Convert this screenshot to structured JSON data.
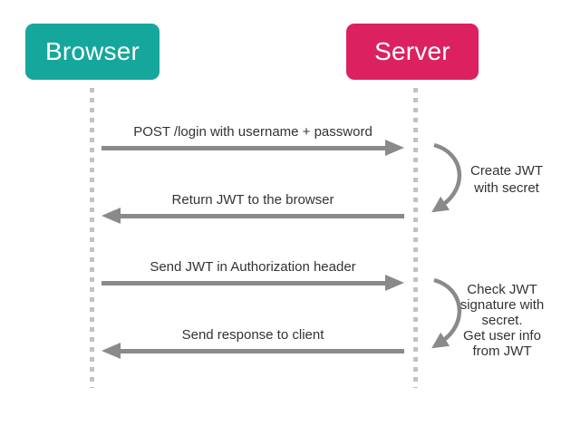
{
  "diagram": {
    "type": "sequence-diagram",
    "actors": [
      {
        "label": "Browser"
      },
      {
        "label": "Server"
      }
    ],
    "messages": [
      {
        "label": "POST /login with username + password",
        "direction": "right"
      },
      {
        "label": "Return JWT to the browser",
        "direction": "left"
      },
      {
        "label": "Send JWT in Authorization header",
        "direction": "right"
      },
      {
        "label": "Send response to client",
        "direction": "left"
      }
    ],
    "server_actions": [
      {
        "label": "Create JWT\nwith secret"
      },
      {
        "label": "Check JWT\nsignature with\nsecret.\nGet user info\nfrom JWT"
      }
    ],
    "colors": {
      "browser_box": "#16A79C",
      "server_box": "#DB2160",
      "arrow": "#8A8A8A",
      "lifeline": "#C2C2C2",
      "text": "#333333"
    }
  }
}
